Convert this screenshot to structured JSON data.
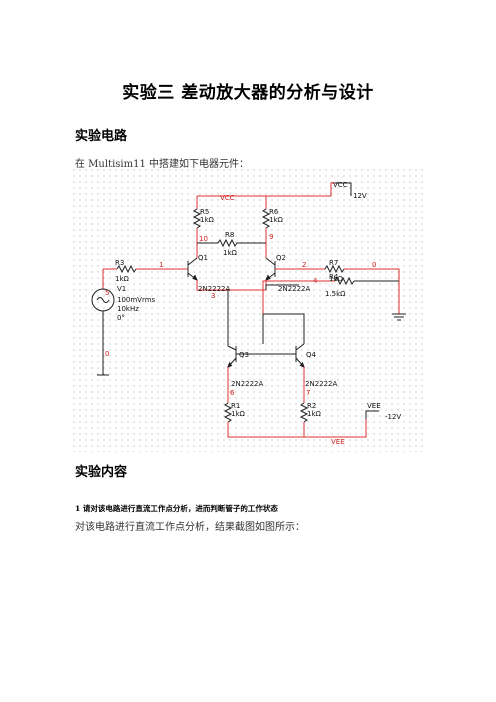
{
  "title": "实验三  差动放大器的分析与设计",
  "section1": {
    "heading": "实验电路",
    "text": "在 Multisim11 中搭建如下电器元件："
  },
  "circuit": {
    "net_vcc": "VCC",
    "net_vee": "VEE",
    "vcc_label": "VCC",
    "vcc_value": "12V",
    "vee_label": "VEE",
    "vee_value": "-12V",
    "r5_name": "R5",
    "r5_value": "1kΩ",
    "r6_name": "R6",
    "r6_value": "1kΩ",
    "r8_name": "R8",
    "r8_value": "1kΩ",
    "r3_name": "R3",
    "r3_value": "1kΩ",
    "r7_name": "R7",
    "r7_value": "1kΩ",
    "r4_name": "R4",
    "r4_value": "1.5kΩ",
    "r1_name": "R1",
    "r1_value": "1kΩ",
    "r2_name": "R2",
    "r2_value": "1kΩ",
    "q1_name": "Q1",
    "q1_model": "2N2222A",
    "q2_name": "Q2",
    "q2_model": "2N2222A",
    "q3_name": "Q3",
    "q3_model": "2N2222A",
    "q4_name": "Q4",
    "q4_model": "2N2222A",
    "v1_name": "V1",
    "v1_amp": "100mVrms",
    "v1_freq": "10kHz",
    "v1_phase": "0°",
    "nodes": {
      "n10": "10",
      "n9": "9",
      "n1": "1",
      "n2": "2",
      "n0a": "0",
      "n5": "5",
      "n3": "3",
      "n4": "4",
      "n0b": "0",
      "n6": "6",
      "n7": "7"
    }
  },
  "section2": {
    "heading": "实验内容",
    "item1": "1 请对该电路进行直流工作点分析，进而判断管子的工作状态",
    "text": "对该电路进行直流工作点分析，结果截图如图所示："
  }
}
